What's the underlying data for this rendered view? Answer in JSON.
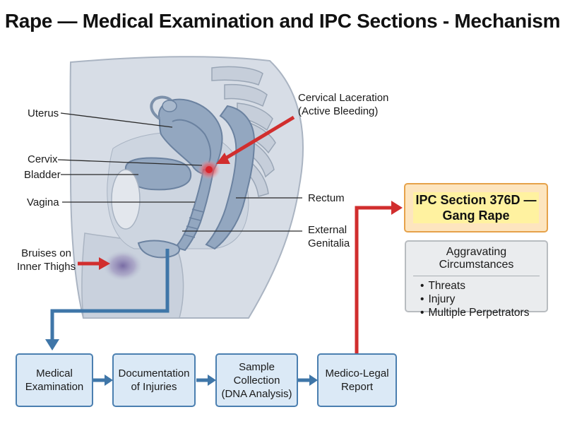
{
  "title": "Rape — Medical Examination and IPC Sections - Mechanism",
  "colors": {
    "flow_arrow_blue": "#3f76a8",
    "flow_arrow_red": "#d12e2e",
    "ipc_box_fill": "#fde5bf",
    "ipc_highlight": "#fff2a0",
    "flow_box_fill": "#dbe9f6"
  },
  "anatomy_labels": {
    "uterus": "Uterus",
    "cervix": "Cervix",
    "bladder": "Bladder",
    "vagina": "Vagina",
    "bruises": "Bruises on\nInner Thighs",
    "cervical_laceration": "Cervical Laceration\n(Active Bleeding)",
    "rectum": "Rectum",
    "external_genitalia": "External\nGenitalia"
  },
  "flow_steps": [
    {
      "label": "Medical\nExamination"
    },
    {
      "label": "Documentation\nof Injuries"
    },
    {
      "label": "Sample\nCollection\n(DNA Analysis)"
    },
    {
      "label": "Medico-Legal\nReport"
    }
  ],
  "ipc": {
    "label": "IPC Section 376D —\nGang Rape"
  },
  "aggravating": {
    "title": "Aggravating Circumstances",
    "items": [
      "Threats",
      "Injury",
      "Multiple Perpetrators"
    ]
  }
}
